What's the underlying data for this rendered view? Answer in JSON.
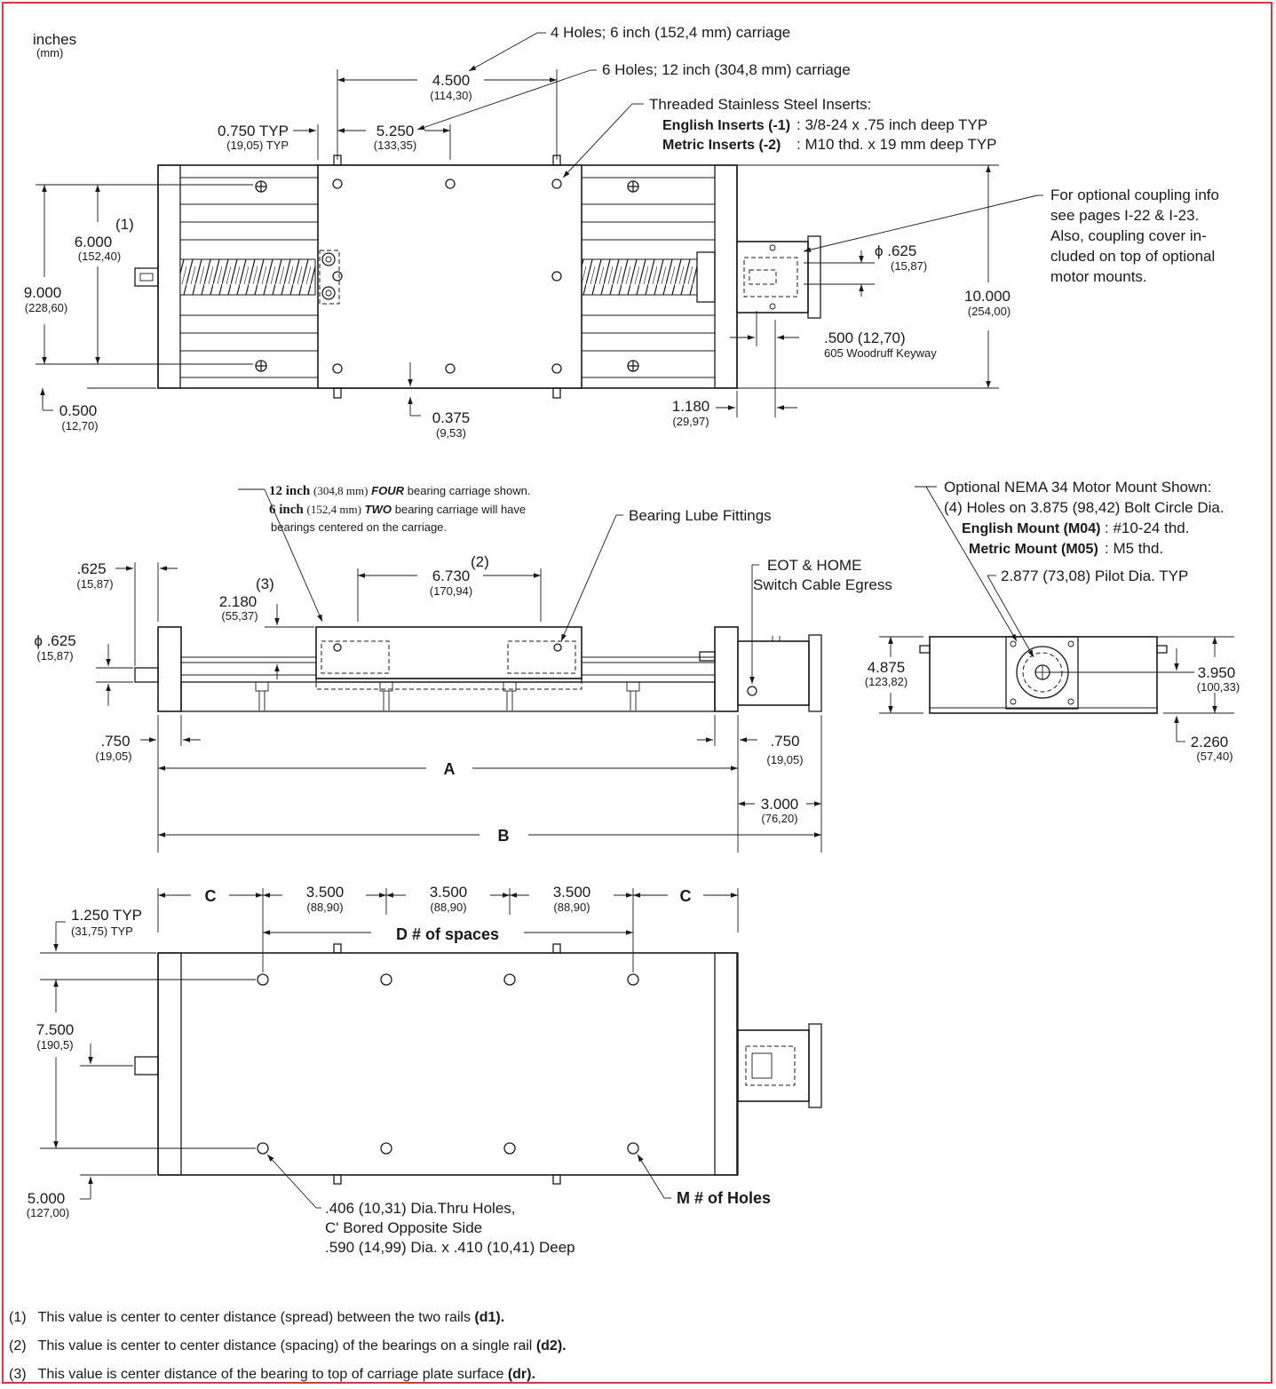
{
  "units": {
    "primary": "inches",
    "secondary": "(mm)"
  },
  "top_view": {
    "holes4": "4 Holes; 6 inch (152,4 mm) carriage",
    "holes6": "6 Holes; 12 inch (304,8 mm) carriage",
    "d4500": "4.500",
    "d4500mm": "(114,30)",
    "d5250": "5.250",
    "d5250mm": "(133,35)",
    "d0750": "0.750 TYP",
    "d0750mm": "(19,05) TYP",
    "inserts_title": "Threaded Stainless Steel Inserts:",
    "english_inserts_label": "English Inserts (-1)",
    "english_inserts_value": ": 3/8-24 x .75 inch deep TYP",
    "metric_inserts_label": "Metric Inserts (-2)",
    "metric_inserts_value": ": M10 thd. x 19 mm deep TYP",
    "coupling_info": [
      "For optional coupling info",
      "see pages I-22 & I-23.",
      "Also, coupling cover in-",
      "cluded on top of optional",
      "motor mounts."
    ],
    "d6000": "6.000",
    "d6000mm": "(152,40)",
    "note1": "(1)",
    "d9000": "9.000",
    "d9000mm": "(228,60)",
    "d10000": "10.000",
    "d10000mm": "(254,00)",
    "shaft": "ϕ .625",
    "shaftmm": "(15,87)",
    "d0500k": ".500 (12,70)",
    "keyway": "605 Woodruff Keyway",
    "d0500": "0.500",
    "d0500mm": "(12,70)",
    "d0375": "0.375",
    "d0375mm": "(9,53)",
    "d1180": "1.180",
    "d1180mm": "(29,97)"
  },
  "side_view": {
    "carriage_note1_bold": "12 inch",
    "carriage_note1_rest": "(304,8 mm)",
    "carriage_note1_four": "FOUR",
    "carriage_note1_end": "bearing carriage shown.",
    "carriage_note2_bold": "6 inch",
    "carriage_note2_rest": "(152,4 mm)",
    "carriage_note2_two": "TWO",
    "carriage_note2_end": "bearing carriage will have",
    "carriage_note3": "bearings centered on the carriage.",
    "lube": "Bearing Lube Fittings",
    "eot1": "EOT & HOME",
    "eot2": "Switch Cable Egress",
    "d0625": ".625",
    "d0625mm": "(15,87)",
    "d6730": "6.730",
    "d6730mm": "(170,94)",
    "note2": "(2)",
    "d2180": "2.180",
    "d2180mm": "(55,37)",
    "note3": "(3)",
    "phi": "ϕ .625",
    "phimm": "(15,87)",
    "d0750l": ".750",
    "d0750lmm": "(19,05)",
    "d0750r": ".750",
    "d0750rmm": "(19,05)",
    "A": "A",
    "B": "B",
    "d3000": "3.000",
    "d3000mm": "(76,20)"
  },
  "end_view": {
    "motor_title": "Optional NEMA 34 Motor Mount Shown:",
    "holes": "(4) Holes on 3.875 (98,42) Bolt Circle Dia.",
    "english_label": "English Mount (M04)",
    "english_value": ": #10-24 thd.",
    "metric_label": "Metric Mount (M05)",
    "metric_value": ": M5 thd.",
    "pilot": "2.877 (73,08) Pilot Dia. TYP",
    "d4875": "4.875",
    "d4875mm": "(123,82)",
    "d3950": "3.950",
    "d3950mm": "(100,33)",
    "d2260": "2.260",
    "d2260mm": "(57,40)"
  },
  "bottom_view": {
    "C": "C",
    "d3500": "3.500",
    "d3500mm": "(88,90)",
    "D": "D # of spaces",
    "d1250": "1.250 TYP",
    "d1250mm": "(31,75) TYP",
    "d7500": "7.500",
    "d7500mm": "(190,5)",
    "d5000": "5.000",
    "d5000mm": "(127,00)",
    "thru1": ".406 (10,31) Dia.Thru Holes,",
    "thru2": "C' Bored Opposite Side",
    "thru3": ".590 (14,99) Dia. x .410 (10,41) Deep",
    "M": "M # of Holes"
  },
  "footnotes": [
    {
      "num": "(1)",
      "text": "This value is center to center distance (spread) between the two rails",
      "sym": "(d1)."
    },
    {
      "num": "(2)",
      "text": "This value is center to center distance (spacing) of the bearings on a single rail",
      "sym": "(d2)."
    },
    {
      "num": "(3)",
      "text": "This value is center distance of the bearing to top of carriage plate surface",
      "sym": "(dr)."
    }
  ],
  "colors": {
    "border": "#d23b3b",
    "ink": "#1a1a1a"
  }
}
